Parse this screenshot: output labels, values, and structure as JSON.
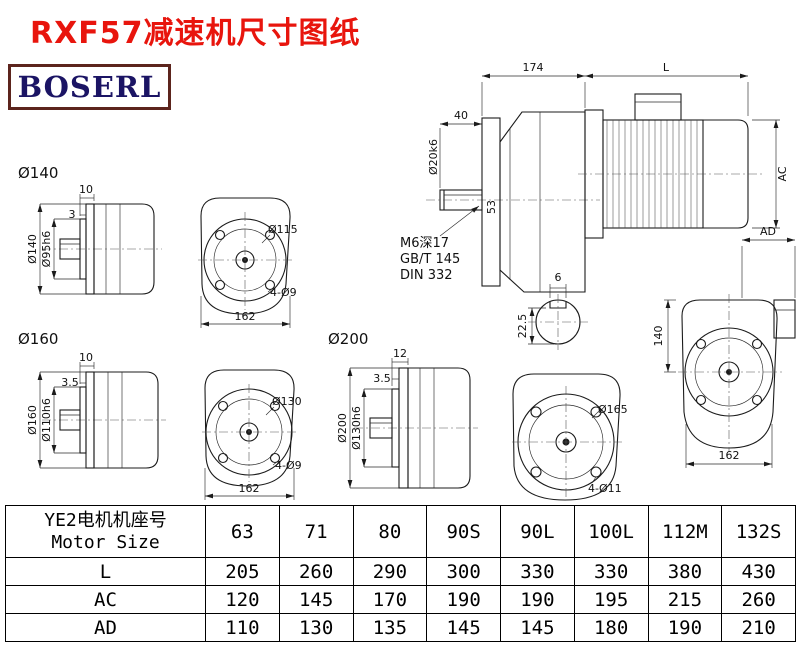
{
  "title": "RXF57减速机尺寸图纸",
  "logo": "BOSERL",
  "main_view": {
    "dim_174": "174",
    "dim_L": "L",
    "dim_40": "40",
    "shaft_dia": "Ø20k6",
    "dim_53": "53",
    "dim_AC": "AC",
    "tap_note": "M6深17",
    "std_note1": "GB/T 145",
    "std_note2": "DIN 332",
    "key_width": "6",
    "key_depth": "22.5"
  },
  "end_view": {
    "dim_AD": "AD",
    "dim_140": "140",
    "dim_162": "162"
  },
  "flange140": {
    "label": "Ø140",
    "dim_10": "10",
    "dim_3": "3",
    "dia_outer": "Ø140",
    "dia_spigot": "Ø95h6",
    "dia_ring": "Ø115",
    "holes": "4-Ø9",
    "dim_162": "162"
  },
  "flange160": {
    "label": "Ø160",
    "dim_10": "10",
    "dim_35": "3.5",
    "dia_outer": "Ø160",
    "dia_spigot": "Ø110h6",
    "dia_ring": "Ø130",
    "holes": "4-Ø9",
    "dim_162": "162"
  },
  "flange200": {
    "label": "Ø200",
    "dim_12": "12",
    "dim_35": "3.5",
    "dia_outer": "Ø200",
    "dia_spigot": "Ø130h6",
    "dia_ring": "Ø165",
    "holes": "4-Ø11"
  },
  "table": {
    "header_cn": "YE2电机机座号",
    "header_en": "Motor Size",
    "sizes": [
      "63",
      "71",
      "80",
      "90S",
      "90L",
      "100L",
      "112M",
      "132S"
    ],
    "rows": [
      {
        "label": "L",
        "values": [
          "205",
          "260",
          "290",
          "300",
          "330",
          "330",
          "380",
          "430"
        ]
      },
      {
        "label": "AC",
        "values": [
          "120",
          "145",
          "170",
          "190",
          "190",
          "195",
          "215",
          "260"
        ]
      },
      {
        "label": "AD",
        "values": [
          "110",
          "130",
          "135",
          "145",
          "145",
          "180",
          "190",
          "210"
        ]
      }
    ]
  }
}
